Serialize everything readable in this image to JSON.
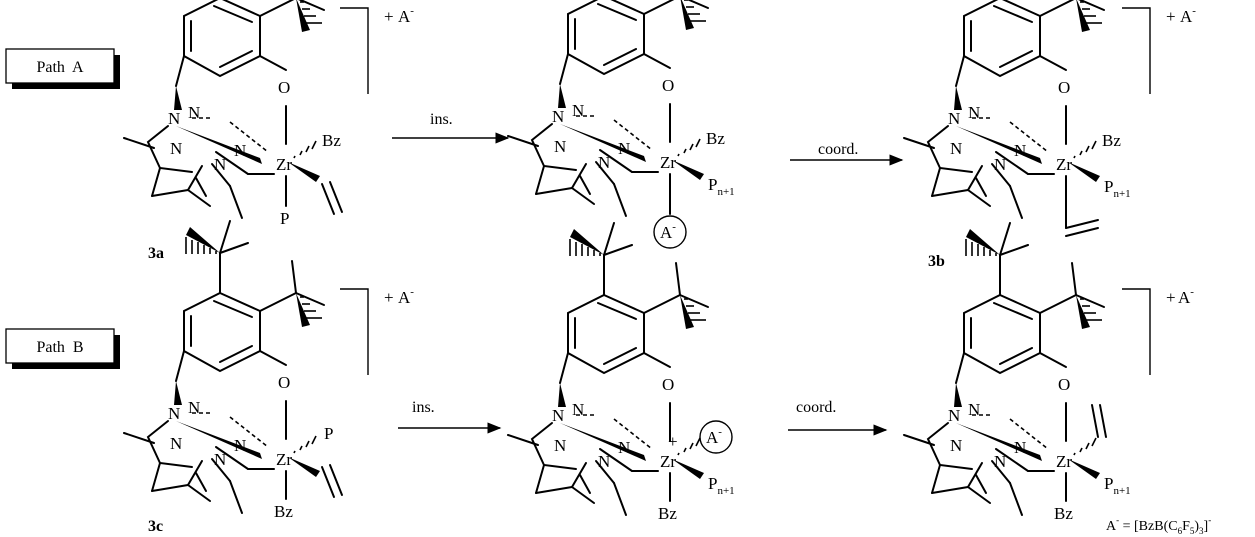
{
  "paths": {
    "a": {
      "label": "Path  A"
    },
    "b": {
      "label": "Path  B"
    }
  },
  "arrows": {
    "a1": "ins.",
    "a2": "coord.",
    "b1": "ins.",
    "b2": "coord."
  },
  "compounds": {
    "c3a": "3a",
    "c3b": "3b",
    "c3c": "3c"
  },
  "atoms": {
    "zr": "Zr",
    "o": "O",
    "n": "N",
    "bz": "Bz",
    "p": "P",
    "pn": "P",
    "pn_sub": "n+1",
    "plus": "+",
    "anion": "A",
    "anion_sup": "-"
  },
  "footnote": {
    "lhs": "A",
    "lhs_sup": "-",
    "rhs": " = [BzB(C",
    "s1": "6",
    "m1": "F",
    "s2": "5",
    "m2": ")",
    "s3": "3",
    "m3": "]",
    "sup": "-"
  }
}
